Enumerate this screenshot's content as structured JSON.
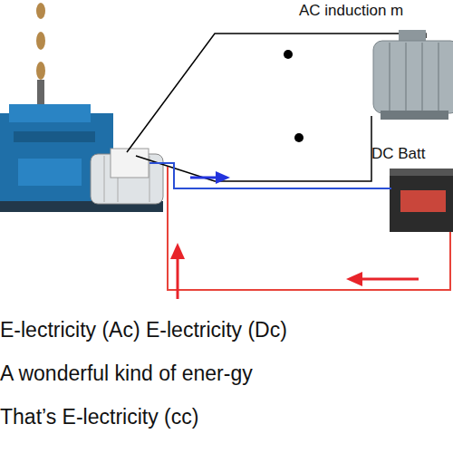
{
  "diagram": {
    "nodes": [
      {
        "text": [
          "AC induction m"
        ]
      },
      {
        "text": [
          "DC Batt"
        ]
      }
    ],
    "labels": [
      "E-lectricity (Ac) E-lectricity (Dc)",
      "A wonderful kind of ener-gy",
      "That’s E-lectricity (cc)"
    ]
  }
}
